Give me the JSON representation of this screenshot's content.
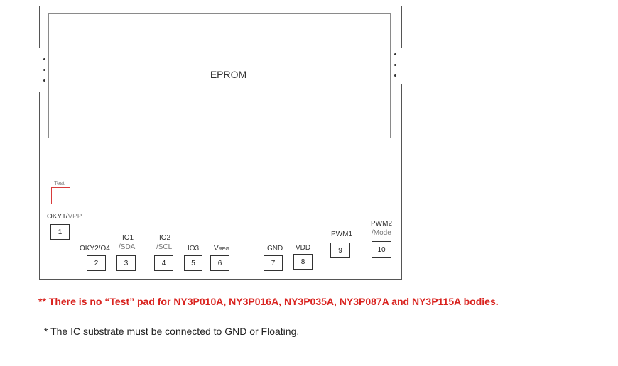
{
  "eprom": {
    "label": "EPROM"
  },
  "test_pad": {
    "label": "Test"
  },
  "pads": [
    {
      "number": "1",
      "label": "OKY1/",
      "label_extra": "VPP"
    },
    {
      "number": "2",
      "label": "OKY2/O4"
    },
    {
      "number": "3",
      "label": "IO1",
      "sublabel": "/SDA"
    },
    {
      "number": "4",
      "label": "IO2",
      "sublabel": "/SCL"
    },
    {
      "number": "5",
      "label": "IO3"
    },
    {
      "number": "6",
      "label_v": "V",
      "label_sub": "REG"
    },
    {
      "number": "7",
      "label": "GND"
    },
    {
      "number": "8",
      "label": "VDD"
    },
    {
      "number": "9",
      "label": "PWM1"
    },
    {
      "number": "10",
      "label": "PWM2",
      "sublabel": "/Mode"
    }
  ],
  "notes": {
    "red": "** There is no “Test” pad for NY3P010A, NY3P016A, NY3P035A, NY3P087A and NY3P115A bodies.",
    "black": "* The IC substrate must be connected to GND or Floating."
  },
  "colors": {
    "note_red": "#d9231f",
    "test_pad_border": "#d83b3b"
  }
}
